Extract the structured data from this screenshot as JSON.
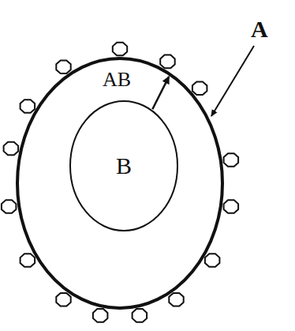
{
  "diagram": {
    "nodes": [
      {
        "text": [
          "AB"
        ]
      },
      {
        "text": [
          "B"
        ],
        "in": 0
      }
    ],
    "edges": [
      {
        "from": 1,
        "to": 0,
        "arrow": "to"
      }
    ],
    "labels": [
      "A"
    ]
  }
}
